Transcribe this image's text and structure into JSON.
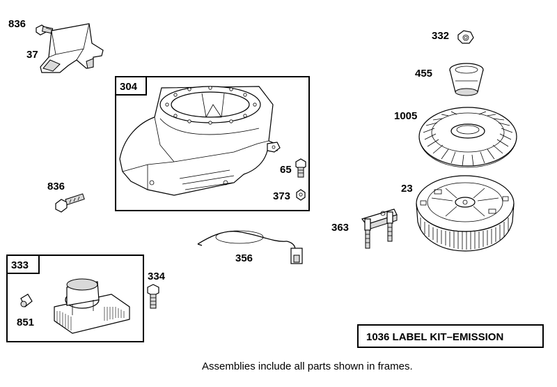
{
  "callouts": {
    "p836a": "836",
    "p37": "37",
    "p304": "304",
    "p65": "65",
    "p373": "373",
    "p836b": "836",
    "p356": "356",
    "p333": "333",
    "p334": "334",
    "p851": "851",
    "p332": "332",
    "p455": "455",
    "p1005": "1005",
    "p23": "23",
    "p363": "363"
  },
  "kit_label": "1036 LABEL KIT–EMISSION",
  "footer_note": "Assemblies include all parts shown in frames."
}
